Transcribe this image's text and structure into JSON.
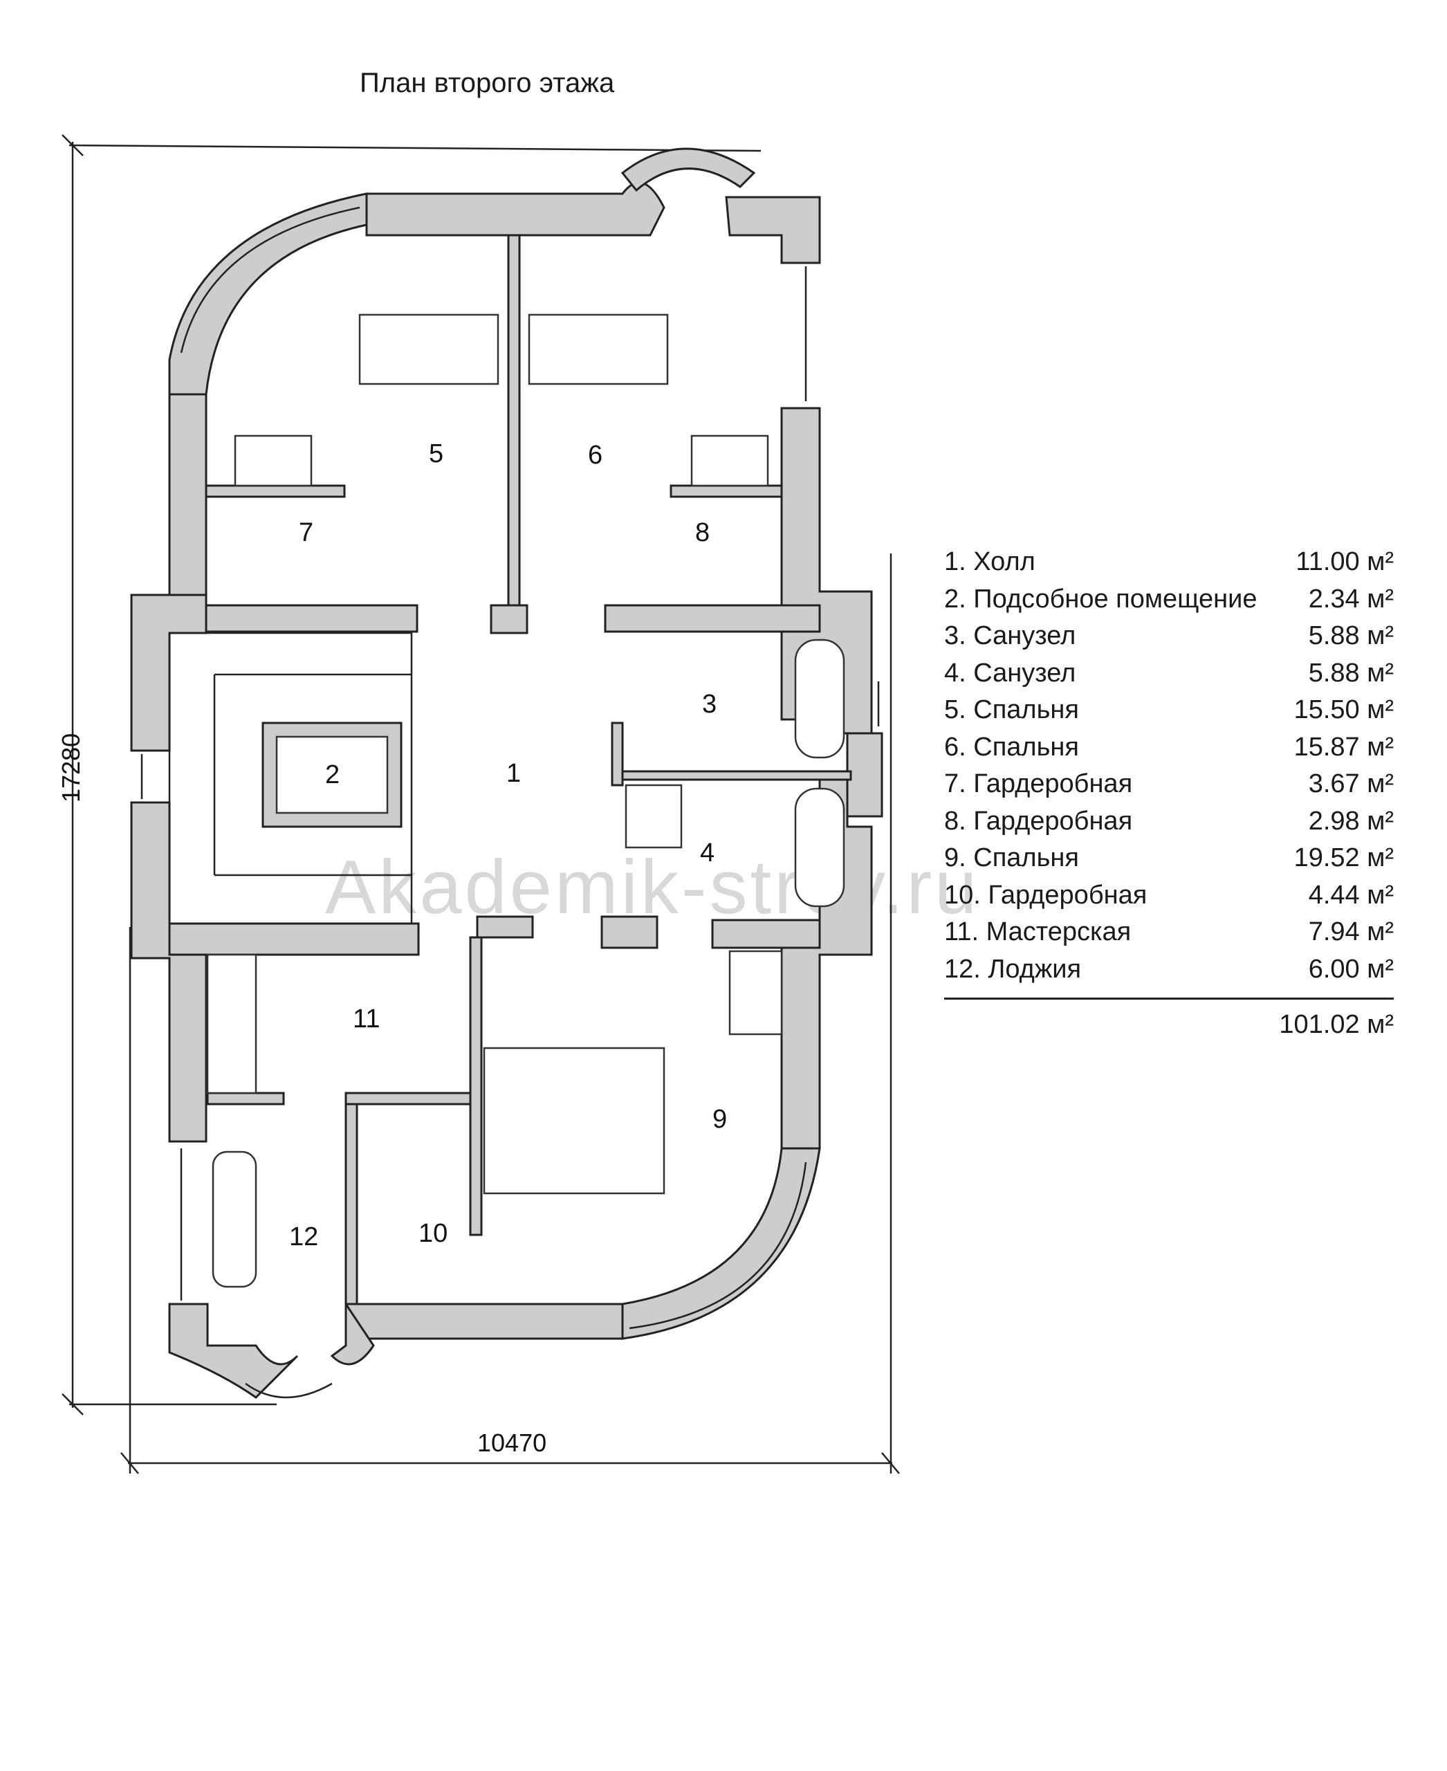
{
  "title": "План второго этажа",
  "watermark": "Akademik-stroy.ru",
  "dimensions": {
    "height_label": "17280",
    "width_label": "10470"
  },
  "rooms": [
    {
      "num": "1",
      "name": "Холл",
      "area": "11.00 м²"
    },
    {
      "num": "2",
      "name": "Подсобное помещение",
      "area": "2.34 м²"
    },
    {
      "num": "3",
      "name": "Санузел",
      "area": "5.88 м²"
    },
    {
      "num": "4",
      "name": "Санузел",
      "area": "5.88 м²"
    },
    {
      "num": "5",
      "name": "Спальня",
      "area": "15.50 м²"
    },
    {
      "num": "6",
      "name": "Спальня",
      "area": "15.87 м²"
    },
    {
      "num": "7",
      "name": "Гардеробная",
      "area": "3.67 м²"
    },
    {
      "num": "8",
      "name": "Гардеробная",
      "area": "2.98 м²"
    },
    {
      "num": "9",
      "name": "Спальня",
      "area": "19.52 м²"
    },
    {
      "num": "10",
      "name": "Гардеробная",
      "area": "4.44 м²"
    },
    {
      "num": "11",
      "name": "Мастерская",
      "area": "7.94 м²"
    },
    {
      "num": "12",
      "name": "Лоджия",
      "area": "6.00 м²"
    }
  ],
  "total_area": "101.02 м²",
  "colors": {
    "wall": "#cdcdcd",
    "line": "#222222"
  }
}
